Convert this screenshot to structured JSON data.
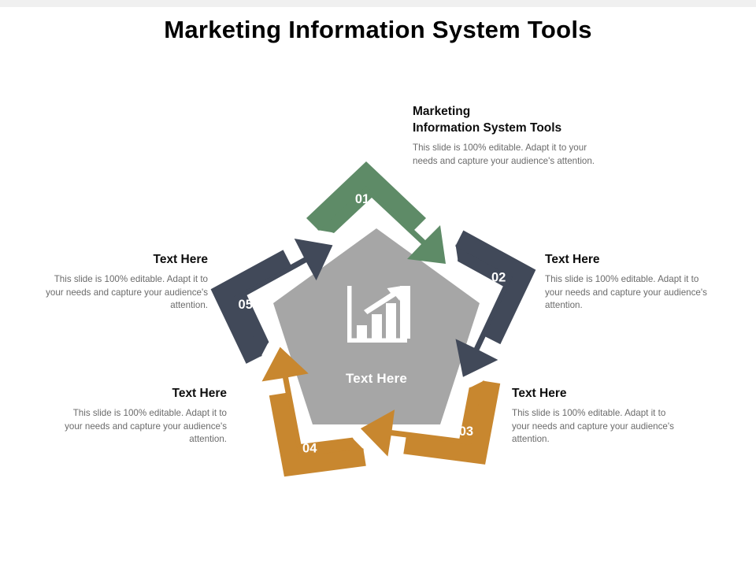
{
  "slide": {
    "title": "Marketing Information System Tools",
    "background": "#ffffff",
    "top_band_color": "#f0f0f0"
  },
  "colors": {
    "green": "#5e8b67",
    "navy": "#414959",
    "orange": "#c8872f",
    "pentagon_gray": "#a6a6a6",
    "heading_text": "#0d0d0d",
    "body_text": "#6b6b6b",
    "label_text": "#ffffff"
  },
  "center": {
    "icon": "bar-chart-growth-icon",
    "label": "Text Here",
    "shape": "pentagon",
    "fill": "#a6a6a6"
  },
  "steps": [
    {
      "number": "01",
      "color": "#5e8b67",
      "position": "top",
      "heading_line1": "Marketing",
      "heading_line2": "Information System Tools",
      "body": "This slide is 100% editable. Adapt it to your needs and capture your audience's attention."
    },
    {
      "number": "02",
      "color": "#414959",
      "position": "right",
      "heading": "Text Here",
      "body": "This slide is 100% editable. Adapt it to your needs and capture your audience's attention."
    },
    {
      "number": "03",
      "color": "#c8872f",
      "position": "bottom-right",
      "heading": "Text Here",
      "body": "This slide is 100% editable. Adapt it to your needs and capture your audience's attention."
    },
    {
      "number": "04",
      "color": "#c8872f",
      "position": "bottom-left",
      "heading": "Text Here",
      "body": "This slide is 100% editable. Adapt it to your needs and capture your audience's attention."
    },
    {
      "number": "05",
      "color": "#414959",
      "position": "left",
      "heading": "Text Here",
      "body": "This slide is 100% editable. Adapt it to your needs and capture your audience's attention."
    }
  ]
}
